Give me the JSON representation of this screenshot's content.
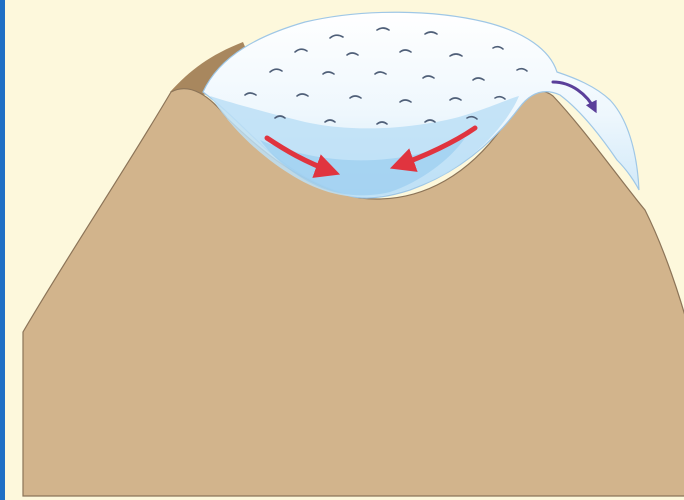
{
  "diagram": {
    "colors": {
      "background": "#fdf8dc",
      "frame_border": "#1f6fc5",
      "mountain": "#d2b48c",
      "mountain_shadow": "#a8875e",
      "mountain_outline": "#8c7458",
      "ice_light": "#f6fbff",
      "ice_blue": "#bcdff6",
      "ice_deep": "#8fc9ee",
      "crevasse": "#4f5f78",
      "flow_arrow_red": "#e0343f",
      "flow_arrow_purple": "#5a3f9a"
    },
    "arrows": [
      {
        "name": "ice-flow-left",
        "color_key": "flow_arrow_red"
      },
      {
        "name": "ice-flow-right",
        "color_key": "flow_arrow_red"
      },
      {
        "name": "ice-overflow",
        "color_key": "flow_arrow_purple"
      }
    ]
  }
}
